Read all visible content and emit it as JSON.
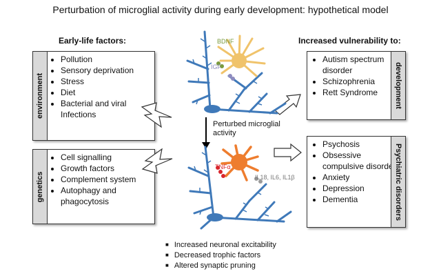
{
  "title": "Perturbation of microglial activity during early development: hypothetical model",
  "left_header": "Early-life factors:",
  "right_header": "Increased vulnerability to:",
  "environment": {
    "tab": "environment",
    "items": [
      "Pollution",
      "Sensory deprivation",
      "Stress",
      "Diet",
      "Bacterial and viral Infections"
    ]
  },
  "genetics": {
    "tab": "genetics",
    "items": [
      "Cell signalling",
      "Growth factors",
      "Complement system",
      "Autophagy and phagocytosis"
    ]
  },
  "development": {
    "tab": "development",
    "items": [
      "Autism spectrum disorder",
      "Schizophrenia",
      "Rett Syndrome"
    ]
  },
  "psychiatric": {
    "tab": "Psychiatric disorders",
    "items": [
      "Psychosis",
      "Obsessive compulsive disorder",
      "Anxiety",
      "Depression",
      "Dementia"
    ]
  },
  "center_labels": {
    "bdnf": "BDNF",
    "igf": "IGF",
    "perturbed": "Perturbed microglial activity",
    "tnf": "TNFα",
    "cytokines": "IL18, IL6, IL1β"
  },
  "bottom_effects": [
    "Increased neuronal excitability",
    "Decreased trophic factors",
    "Altered synaptic pruning"
  ],
  "colors": {
    "neuron": "#3f79b9",
    "microglia_normal": "#f0c36b",
    "microglia_perturbed": "#ee7d2e",
    "bdnf": "#7a9a3d",
    "igf": "#8e8cbf",
    "tnf": "#d9262d",
    "tab_gray": "#d9d9d9"
  },
  "icons": [
    "lightning-bolt-icon",
    "outline-arrow-right-icon",
    "arrow-down-icon"
  ]
}
